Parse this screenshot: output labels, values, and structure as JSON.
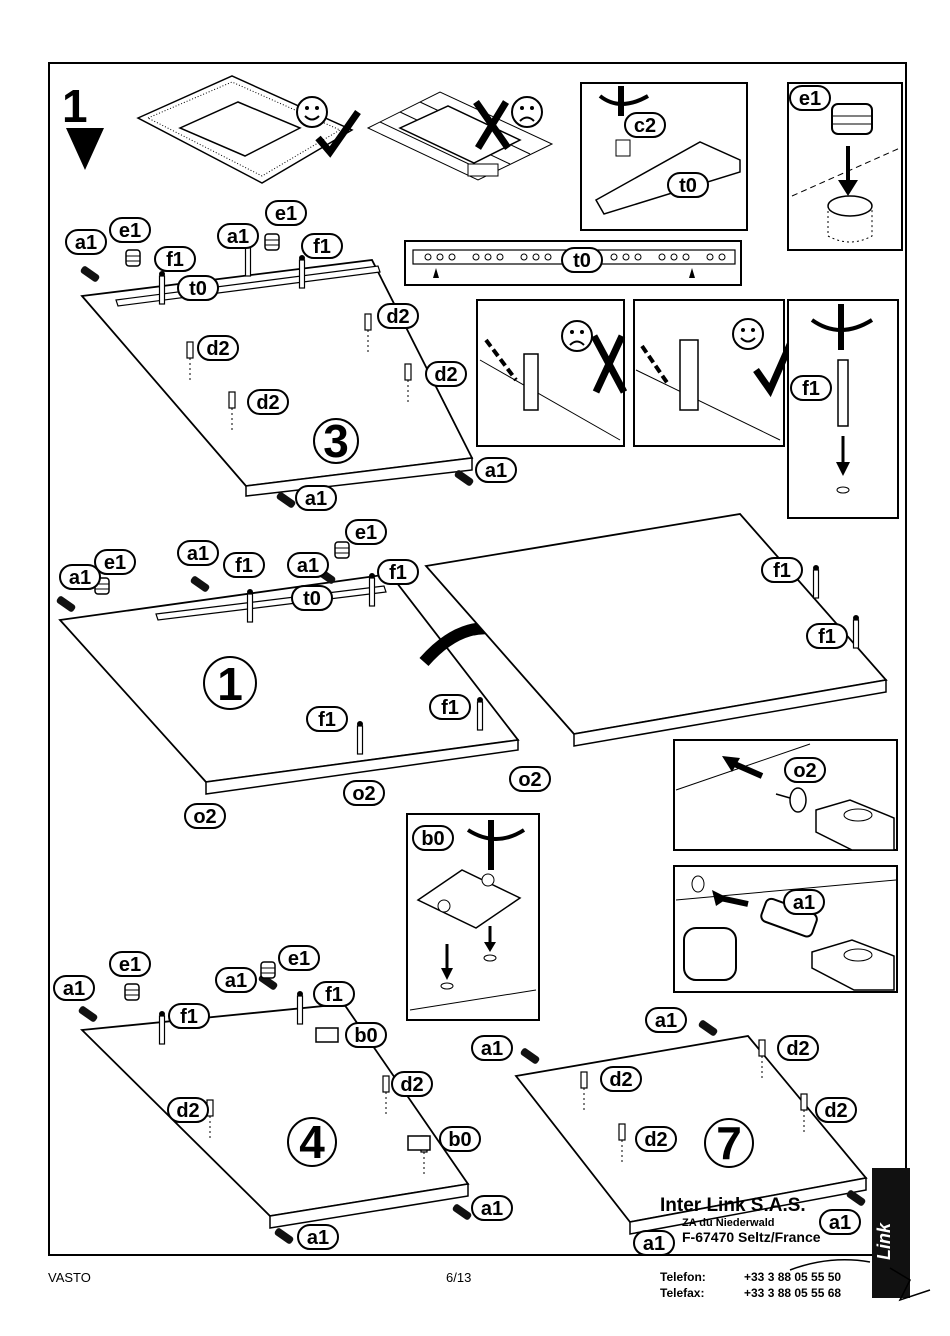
{
  "document": {
    "model": "VASTO",
    "page": "6/13"
  },
  "step": {
    "number": "1"
  },
  "panels": {
    "panel_3": "3",
    "panel_1": "1",
    "panel_4": "4",
    "panel_7": "7"
  },
  "parts": {
    "a1": "a1",
    "e1": "e1",
    "f1": "f1",
    "t0": "t0",
    "d2": "d2",
    "c2": "c2",
    "o2": "o2",
    "b0": "b0"
  },
  "company": {
    "name": "Inter Link S.A.S.",
    "address_line1": "ZA du Niederwald",
    "address_line2": "F-67470 Seltz/France",
    "phone_label": "Telefon:",
    "phone_value": "+33 3 88 05 55 50",
    "fax_label": "Telefax:",
    "fax_value": "+33 3 88 05 55 68"
  },
  "icons": [
    "happy-face-icon",
    "sad-face-icon",
    "check-icon",
    "cross-icon",
    "rotate-arrow-icon",
    "down-arrow-icon",
    "screwdriver-icon"
  ]
}
